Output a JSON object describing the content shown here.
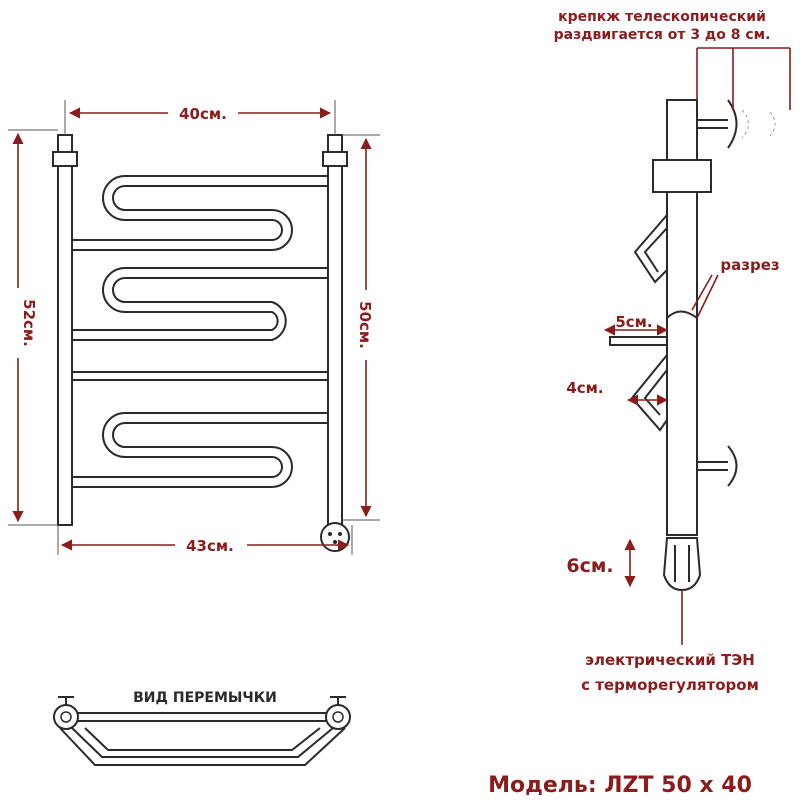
{
  "front_view": {
    "top_width": "40см.",
    "bottom_width": "43см.",
    "left_height": "52см.",
    "right_height": "50см."
  },
  "side_view": {
    "mount_text_line1": "крепкж телескопический",
    "mount_text_line2": "раздвигается от 3 до 8 см.",
    "cut_label": "разрез",
    "dim_5": "5см.",
    "dim_4": "4см.",
    "dim_6": "6см.",
    "heater_line1": "электрический   ТЭН",
    "heater_line2": "с терморегулятором"
  },
  "bridge_view": {
    "title": "ВИД ПЕРЕМЫЧКИ"
  },
  "model": {
    "label": "Модель: ЛZT 50 х 40"
  },
  "colors": {
    "label": "#8a1c1c",
    "line": "#2a2a2a"
  }
}
